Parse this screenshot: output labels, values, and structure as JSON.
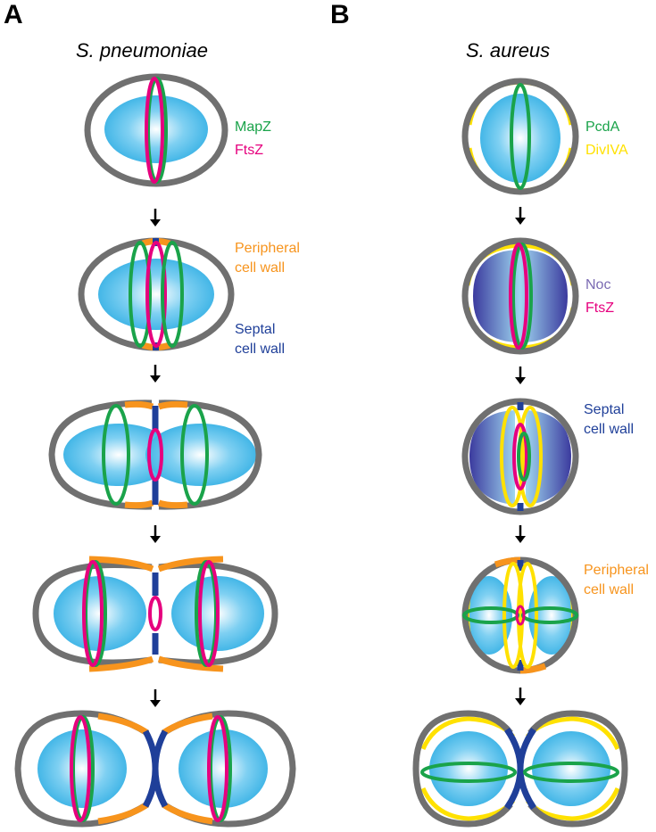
{
  "panels": [
    {
      "letter": "A",
      "species": "S. pneumoniae"
    },
    {
      "letter": "B",
      "species": "S. aureus"
    }
  ],
  "labels": {
    "a_mapz": "MapZ",
    "a_ftsz": "FtsZ",
    "a_peripheral_1": "Peripheral",
    "a_peripheral_2": "cell wall",
    "a_septal_1": "Septal",
    "a_septal_2": "cell wall",
    "b_pcda": "PcdA",
    "b_divіva": "DivIVA",
    "b_noc": "Noc",
    "b_ftsz": "FtsZ",
    "b_septal_1": "Septal",
    "b_septal_2": "cell wall",
    "b_peripheral_1": "Peripheral",
    "b_peripheral_2": "cell wall"
  },
  "colors": {
    "cell_wall": "#707070",
    "mapz": "#1aa34a",
    "ftsz": "#e6007e",
    "peripheral_wall": "#f7941d",
    "septal_wall": "#1f3f99",
    "pcda": "#1aa34a",
    "divіva": "#ffe100",
    "noc": "#7b6bb3",
    "nucleoid": "#29abe2",
    "arrow": "#000000"
  }
}
